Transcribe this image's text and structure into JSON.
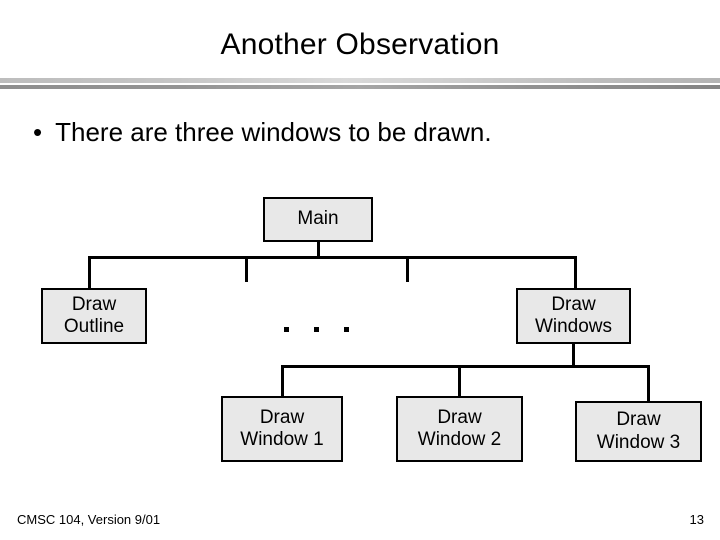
{
  "slide": {
    "title": "Another Observation",
    "bullet_marker": "•",
    "bullet_text": "There are three windows to be drawn.",
    "ellipsis_label": ". . ."
  },
  "diagram": {
    "nodes": {
      "main": {
        "line1": "Main"
      },
      "draw_outline": {
        "line1": "Draw",
        "line2": "Outline"
      },
      "draw_windows": {
        "line1": "Draw",
        "line2": "Windows"
      },
      "draw_window_1": {
        "line1": "Draw",
        "line2": "Window 1"
      },
      "draw_window_2": {
        "line1": "Draw",
        "line2": "Window 2"
      },
      "draw_window_3": {
        "line1": "Draw",
        "line2": "Window 3"
      }
    },
    "colors": {
      "box_fill": "#e8e8e8",
      "box_border": "#000000",
      "connector": "#000000"
    }
  },
  "footer": {
    "course": "CMSC 104, Version 9/01",
    "page_number": "13"
  },
  "theme": {
    "background": "#ffffff",
    "text": "#000000",
    "rule_light": "#d9d9d9",
    "rule_dark": "#8e8e8e"
  }
}
